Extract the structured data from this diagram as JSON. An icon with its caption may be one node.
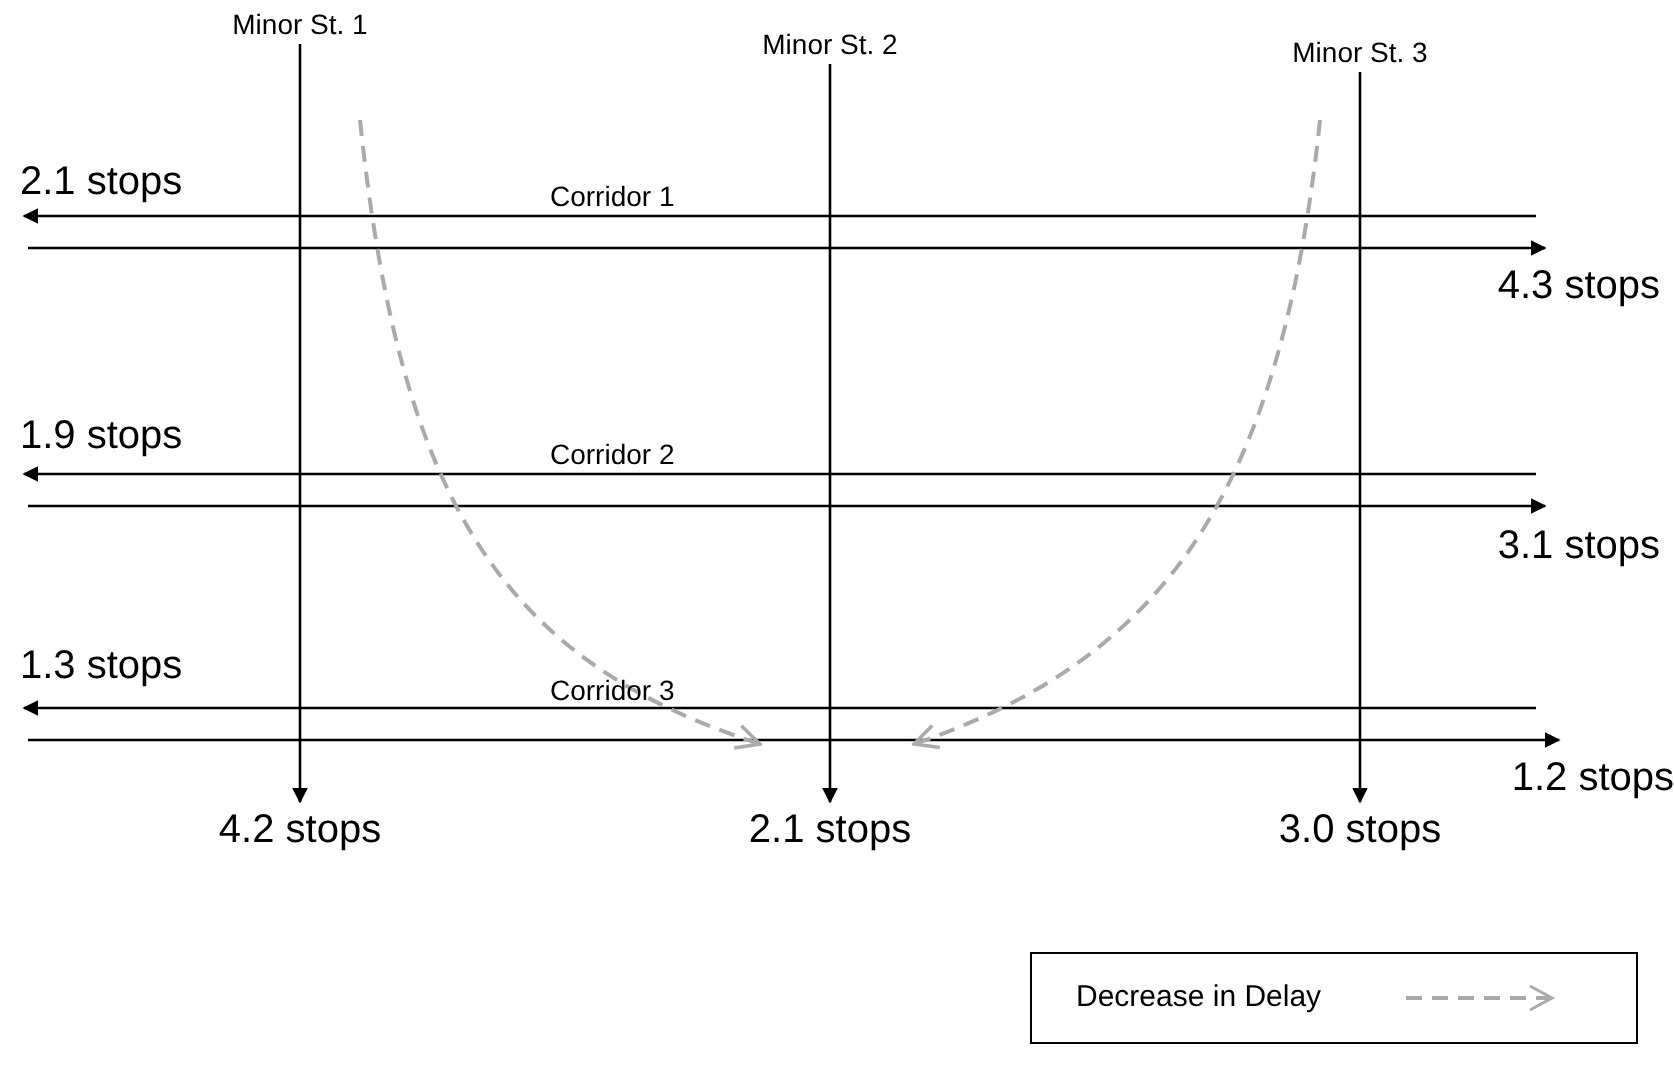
{
  "diagram": {
    "nodes": [
      {
        "text": [
          "Minor St. 1"
        ]
      },
      {
        "text": [
          "Minor St. 2"
        ]
      },
      {
        "text": [
          "Minor St. 3"
        ]
      },
      {
        "text": [
          "2.1 stops"
        ]
      },
      {
        "text": [
          "4.3 stops"
        ]
      },
      {
        "text": [
          "1.9 stops"
        ]
      },
      {
        "text": [
          "3.1 stops"
        ]
      },
      {
        "text": [
          "1.3 stops"
        ]
      },
      {
        "text": [
          "1.2 stops"
        ]
      },
      {
        "text": [
          "4.2 stops"
        ]
      },
      {
        "text": [
          "2.1 stops"
        ]
      },
      {
        "text": [
          "3.0 stops"
        ]
      }
    ],
    "edges": [
      {
        "from": 0,
        "to": 9,
        "arrow": "to"
      },
      {
        "from": 1,
        "to": 10,
        "arrow": "to"
      },
      {
        "from": 2,
        "to": 11,
        "arrow": "to"
      },
      {
        "from": null,
        "to": 3,
        "arrow": "to",
        "label": "Corridor 1"
      },
      {
        "from": null,
        "to": 4,
        "arrow": "to"
      },
      {
        "from": null,
        "to": 5,
        "arrow": "to",
        "label": "Corridor 2"
      },
      {
        "from": null,
        "to": 6,
        "arrow": "to"
      },
      {
        "from": null,
        "to": 7,
        "arrow": "to",
        "label": "Corridor 3"
      },
      {
        "from": null,
        "to": 8,
        "arrow": "to"
      }
    ],
    "legend": [
      {
        "text": "Decrease in Delay"
      }
    ]
  }
}
